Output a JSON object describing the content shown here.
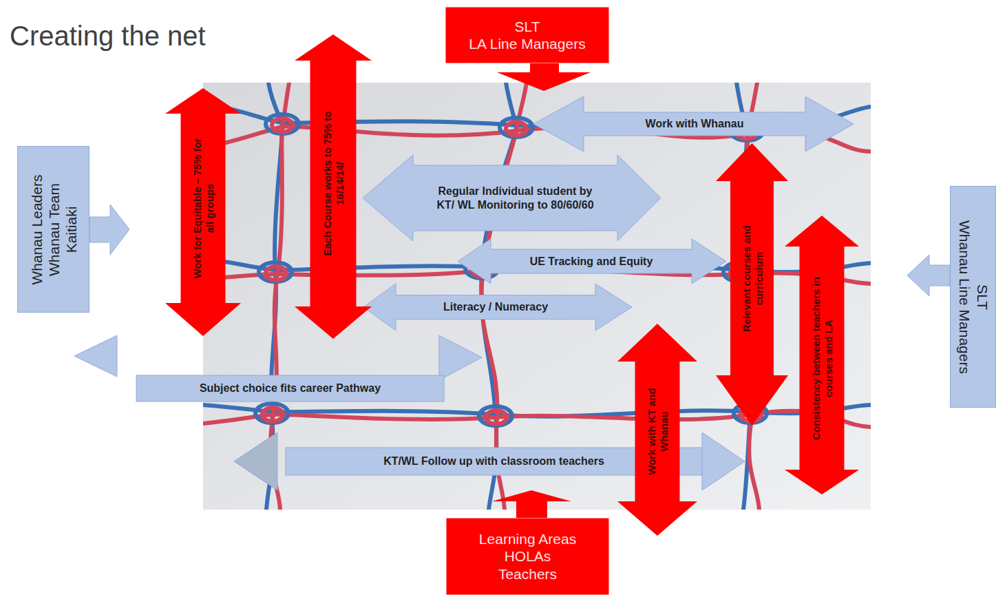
{
  "diagram": {
    "title": "Creating the net",
    "nodes": [
      {
        "text": [
          "SLT",
          "LA Line Managers"
        ]
      },
      {
        "text": [
          "Each Course works to 75% to 16/14/14/"
        ]
      },
      {
        "text": [
          "Work for Equitable – 75% for all groups"
        ]
      },
      {
        "text": [
          "Work with Whanau"
        ]
      },
      {
        "text": [
          "Relevant courses and curriculum"
        ]
      },
      {
        "text": [
          "Whanau Leaders",
          "Whanau Team",
          "Kaitiaki"
        ]
      },
      {
        "text": [
          "Regular Individual student by KT/ WL Monitoring to 80/60/60"
        ]
      },
      {
        "text": [
          "SLT",
          "Whanau Line Managers"
        ]
      },
      {
        "text": [
          "Consistency between teachers in courses and LA"
        ]
      },
      {
        "text": [
          "UE Tracking and Equity"
        ]
      },
      {
        "text": [
          "Literacy / Numeracy"
        ]
      },
      {
        "text": [
          "Work with KT and Whanau"
        ]
      },
      {
        "text": [
          "Subject choice fits career Pathway"
        ]
      },
      {
        "text": [
          "KT/WL Follow up with classroom teachers"
        ]
      },
      {
        "text": [
          "Learning Areas",
          "HOLAs",
          "Teachers"
        ]
      }
    ]
  }
}
